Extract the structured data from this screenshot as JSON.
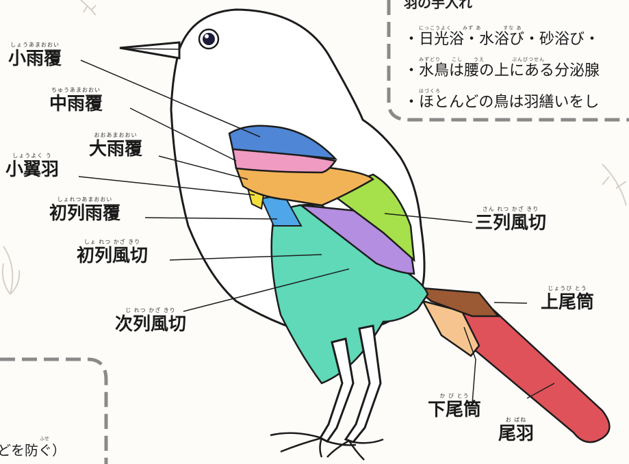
{
  "labels": [
    {
      "id": "shouamaooi",
      "ruby": "しょうあまおおい",
      "text": "小雨覆"
    },
    {
      "id": "chuuamaooi",
      "ruby": "ちゅうあまおおい",
      "text": "中雨覆"
    },
    {
      "id": "ooamaooi",
      "ruby": "おおあまおおい",
      "text": "大雨覆"
    },
    {
      "id": "shouyokuu",
      "ruby": "しょうよく う",
      "text": "小翼羽"
    },
    {
      "id": "shoretsuamaooi",
      "ruby": "しょれつあまおおい",
      "text": "初列雨覆"
    },
    {
      "id": "shoretsukazakiri",
      "ruby": "しょ れつ かざ きり",
      "text": "初列風切"
    },
    {
      "id": "jiretsukazakiri",
      "ruby": "じ れつ かざ きり",
      "text": "次列風切"
    },
    {
      "id": "sanretsukazakiri",
      "ruby": "さん れつ かざ きり",
      "text": "三列風切"
    },
    {
      "id": "joubitou",
      "ruby": "じょうび とう",
      "text": "上尾筒"
    },
    {
      "id": "kabitou",
      "ruby": "か び とう",
      "text": "下尾筒"
    },
    {
      "id": "obane",
      "ruby": "お ばね",
      "text": "尾羽"
    }
  ],
  "care_box": {
    "title": "羽の手入れ",
    "lines": [
      {
        "ruby": "にっこうよく　　みず あ　　　　すな あ",
        "text": "・日光浴・水浴び・砂浴び・"
      },
      {
        "ruby": "みずどり　　こし　　うえ　　　　　ぶんぴつせん",
        "text": "・水鳥は腰の上にある分泌腺"
      },
      {
        "ruby": "はづくろ",
        "text": "・ほとんどの鳥は羽繕いをし"
      }
    ]
  },
  "bottom_note": {
    "ruby": "ふせ",
    "text": "どを防ぐ）"
  },
  "colors": {
    "outline": "#1c1c1c",
    "lesser_coverts": "#4f86d6",
    "median_coverts": "#ef9bc2",
    "greater_coverts": "#f2b356",
    "alula": "#f3df3c",
    "primary_coverts": "#4fa6e8",
    "primaries": "#b48ee0",
    "secondaries": "#5fd9b8",
    "tertials": "#a6e04a",
    "uppertail_coverts": "#9b5a34",
    "undertail_coverts": "#f6c58f",
    "tail": "#e0525a",
    "box_dash": "#8a8a8a"
  }
}
